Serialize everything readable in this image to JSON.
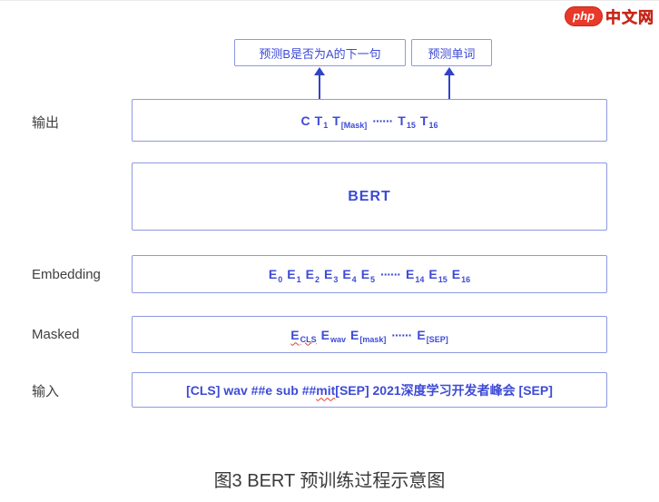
{
  "logo": {
    "brand": "php",
    "site": "中文网"
  },
  "top_boxes": [
    {
      "label": "预测B是否为A的下一句"
    },
    {
      "label": "预测单词"
    }
  ],
  "rows": {
    "output": {
      "label": "输出",
      "tokens": [
        {
          "t": "C"
        },
        {
          "t": "T",
          "s": "1"
        },
        {
          "t": "T",
          "s": "[Mask]"
        },
        {
          "t": "······",
          "dots": true
        },
        {
          "t": "T",
          "s": "15"
        },
        {
          "t": "T",
          "s": "16"
        }
      ]
    },
    "bert": {
      "label": "BERT"
    },
    "embedding": {
      "label": "Embedding",
      "tokens": [
        {
          "t": "E",
          "s": "0"
        },
        {
          "t": "E",
          "s": "1"
        },
        {
          "t": "E",
          "s": "2"
        },
        {
          "t": "E",
          "s": "3"
        },
        {
          "t": "E",
          "s": "4"
        },
        {
          "t": "E",
          "s": "5"
        },
        {
          "t": "······",
          "dots": true
        },
        {
          "t": "E",
          "s": "14"
        },
        {
          "t": "E",
          "s": "15"
        },
        {
          "t": "E",
          "s": "16"
        }
      ]
    },
    "masked": {
      "label": "Masked",
      "tokens": [
        {
          "t": "E",
          "s": "CLS",
          "misspell": true
        },
        {
          "t": "E",
          "s": "wav"
        },
        {
          "t": "E",
          "s": "[mask]"
        },
        {
          "t": "······",
          "dots": true
        },
        {
          "t": "E",
          "s": "[SEP]"
        }
      ]
    },
    "input": {
      "label": "输入",
      "tokens": [
        {
          "t": "[CLS] wav ##e sub ##"
        },
        {
          "t": "mit",
          "misspell": true
        },
        {
          "t": " [SEP] 2021深度学习开发者峰会 [SEP]"
        }
      ]
    }
  },
  "caption": "图3 BERT 预训练过程示意图",
  "colors": {
    "box_border": "#8e99e2",
    "diagram_text": "#3d4bd6",
    "arrow": "#3342c8",
    "label_text": "#3f3f3f",
    "logo_red": "#e8392a",
    "misspell_underline": "#e03c2e"
  }
}
